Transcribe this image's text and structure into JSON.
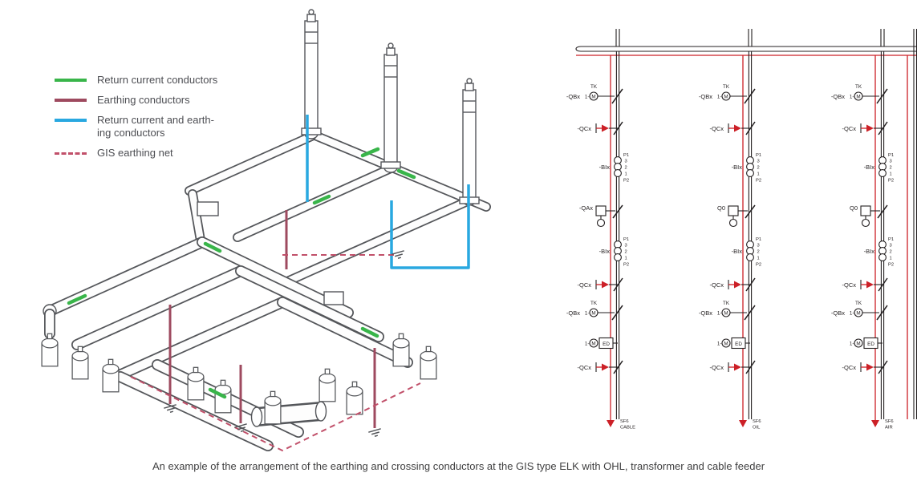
{
  "page": {
    "background": "#ffffff",
    "caption": "An example of the arrangement of the earthing and crossing conductors at the GIS type ELK with OHL, transformer and cable feeder"
  },
  "legend": {
    "items": [
      {
        "label": "Return current conductors",
        "color": "#39b54a",
        "line_style": "solid"
      },
      {
        "label": "Earthing conductors",
        "color": "#9e4a5f",
        "line_style": "solid"
      },
      {
        "label": "Return current and earth-\ning conductors",
        "color": "#29a8e0",
        "line_style": "solid"
      },
      {
        "label": "GIS earthing net",
        "color": "#c1506a",
        "line_style": "dashed"
      }
    ]
  },
  "schematic": {
    "accent_color": "#cc2027",
    "labels": {
      "disconnector": "-QBx",
      "earthing_switch": "-QCx",
      "current_transformer": "-BIx",
      "motor": "M",
      "motor_prefix": "1-",
      "tk": "TK",
      "p1": "P1",
      "tap3": "3",
      "tap2": "2",
      "tap1": "1",
      "p2": "P2",
      "ed": "ED"
    },
    "feeders": [
      {
        "breaker": "-QAx",
        "terminal_line1": "SF6",
        "terminal_line2": "CABLE"
      },
      {
        "breaker": "Q0",
        "terminal_line1": "SF6",
        "terminal_line2": "OIL"
      },
      {
        "breaker": "Q0",
        "terminal_line1": "SF6",
        "terminal_line2": "AIR"
      }
    ]
  }
}
